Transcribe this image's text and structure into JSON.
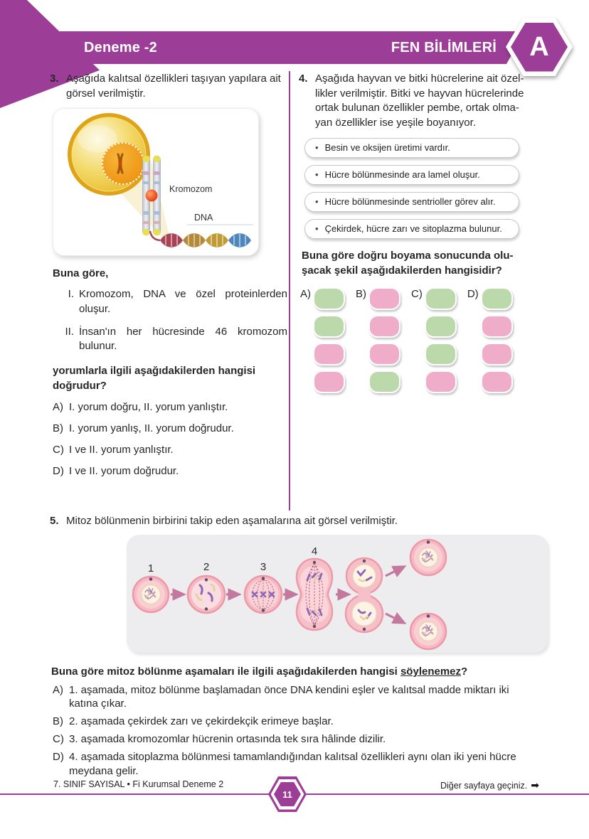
{
  "header": {
    "banner_title": "Deneme -2",
    "subject": "FEN BİLİMLERİ",
    "booklet": "A",
    "accent_color": "#9c3e98"
  },
  "q3": {
    "number": "3.",
    "intro_lines": [
      "Aşağıda kalıtsal özellikleri taşıyan yapılara ait",
      "görsel verilmiştir."
    ],
    "figure": {
      "kromozom_label": "Kromozom",
      "dna_label": "DNA"
    },
    "lead": "Buna göre,",
    "statements": [
      {
        "numeral": "I.",
        "text": "Kromozom, DNA ve özel proteinlerden oluşur."
      },
      {
        "numeral": "II.",
        "text": "İnsan'ın her hücresinde 46 kromozom bulunur."
      }
    ],
    "stem_lines": [
      "yorumlarla ilgili aşağıdakilerden hangisi",
      "doğrudur?"
    ],
    "options": [
      {
        "letter": "A)",
        "text": "I. yorum doğru, II. yorum yanlıştır."
      },
      {
        "letter": "B)",
        "text": "I. yorum yanlış, II. yorum doğrudur."
      },
      {
        "letter": "C)",
        "text": "I ve II. yorum yanlıştır."
      },
      {
        "letter": "D)",
        "text": "I ve II. yorum doğrudur."
      }
    ]
  },
  "q4": {
    "number": "4.",
    "intro_lines": [
      "Aşağıda hayvan ve bitki hücrelerine ait özel-",
      "likler verilmiştir. Bitki ve hayvan hücrelerinde",
      "ortak bulunan özellikler pembe, ortak olma-",
      "yan özellikler ise yeşile boyanıyor."
    ],
    "bullet": "•",
    "features": [
      "Besin ve oksijen üretimi vardır.",
      "Hücre bölünmesinde ara lamel oluşur.",
      "Hücre bölünmesinde sentrioller görev alır.",
      "Çekirdek, hücre zarı ve sitoplazma bulunur."
    ],
    "stem_lines": [
      "Buna göre doğru boyama sonucunda olu-",
      "şacak şekil aşağıdakilerden hangisidir?"
    ],
    "colors": {
      "pink": "#f0adca",
      "green": "#bcd9ab"
    },
    "options": [
      {
        "letter": "A)",
        "ovals": [
          "green",
          "green",
          "pink",
          "pink"
        ]
      },
      {
        "letter": "B)",
        "ovals": [
          "pink",
          "pink",
          "pink",
          "green"
        ]
      },
      {
        "letter": "C)",
        "ovals": [
          "green",
          "green",
          "green",
          "pink"
        ]
      },
      {
        "letter": "D)",
        "ovals": [
          "green",
          "pink",
          "pink",
          "pink"
        ]
      }
    ]
  },
  "q5": {
    "number": "5.",
    "intro": "Mitoz bölünmenin birbirini takip eden aşamalarına ait görsel verilmiştir.",
    "stage_labels": [
      "1",
      "2",
      "3",
      "4"
    ],
    "stem_prefix": "Buna göre mitoz bölünme aşamaları ile ilgili aşağıdakilerden hangisi ",
    "stem_underlined": "söylenemez",
    "stem_suffix": "?",
    "options": [
      {
        "letter": "A)",
        "lines": [
          "1. aşamada, mitoz bölünme başlamadan önce DNA kendini eşler ve kalıtsal madde miktarı iki",
          "katına çıkar."
        ]
      },
      {
        "letter": "B)",
        "lines": [
          "2. aşamada çekirdek zarı ve çekirdekçik erimeye başlar."
        ]
      },
      {
        "letter": "C)",
        "lines": [
          "3. aşamada kromozomlar hücrenin ortasında tek sıra hâlinde dizilir."
        ]
      },
      {
        "letter": "D)",
        "lines": [
          "4. aşamada sitoplazma bölünmesi tamamlandığından kalıtsal özellikleri aynı olan iki yeni hücre",
          "meydana gelir."
        ]
      }
    ]
  },
  "footer": {
    "left": "7. SINIF SAYISAL • Fi Kurumsal Deneme 2",
    "page_number": "11",
    "right": "Diğer sayfaya geçiniz.",
    "arrow": "➡"
  }
}
